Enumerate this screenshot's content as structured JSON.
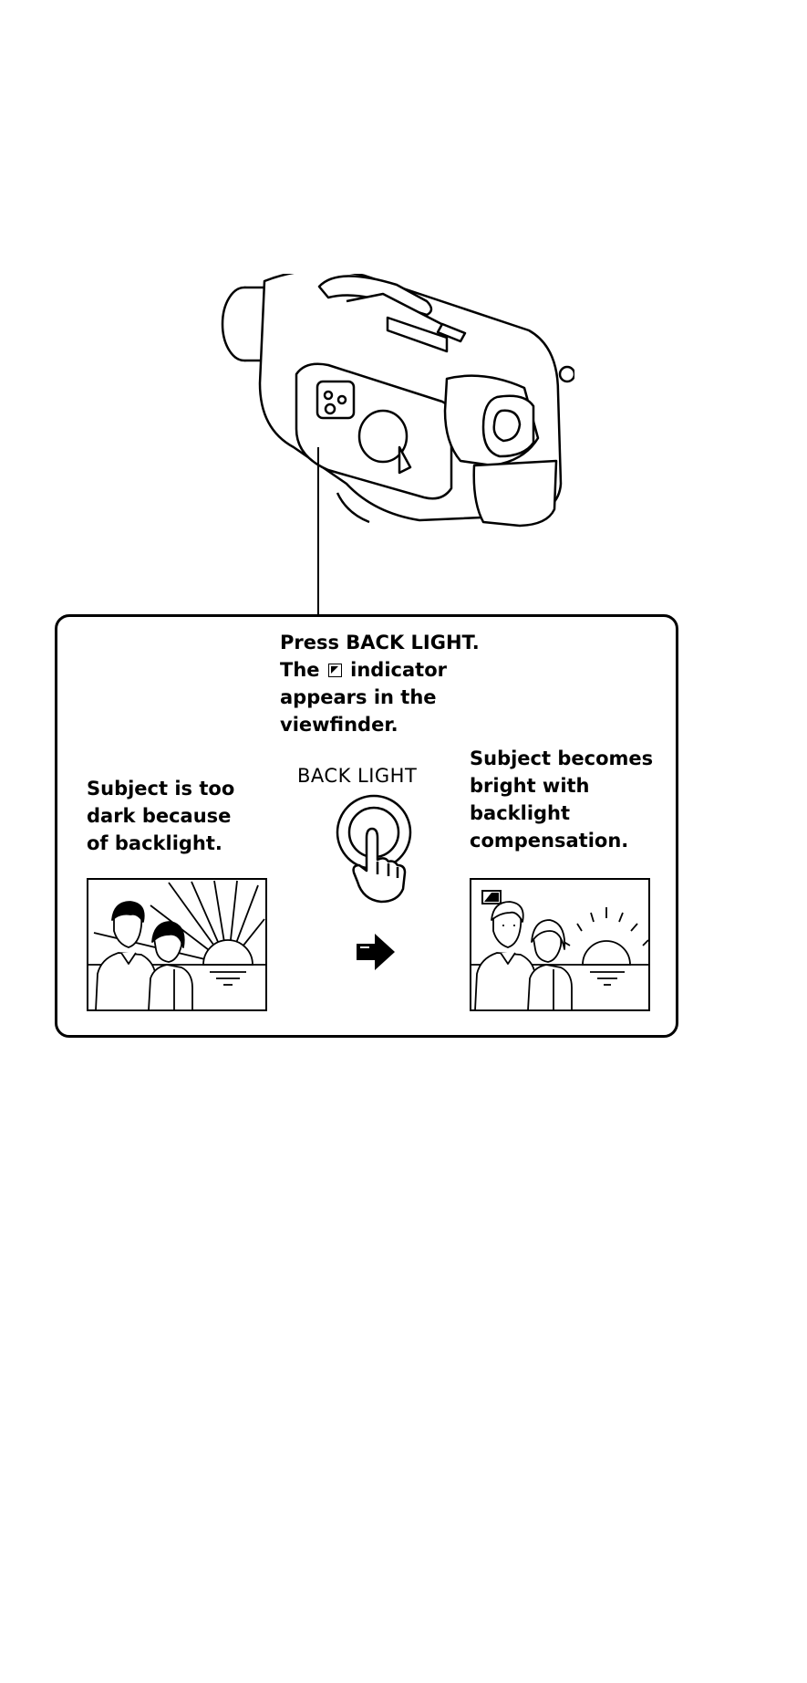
{
  "instructions": {
    "press_prefix": "Press BACK LIGHT.\nThe",
    "press_suffix": "indicator\nappears in the\nviewfinder.",
    "before_caption": "Subject is too\ndark because\nof backlight.",
    "after_caption": "Subject becomes\nbright with\nbacklight\ncompensation."
  },
  "button": {
    "label": "BACK LIGHT"
  },
  "icons": {
    "indicator": "backlight-indicator-icon",
    "press": "finger-press-icon",
    "arrow": "right-arrow-icon",
    "camera": "camcorder-illustration"
  }
}
